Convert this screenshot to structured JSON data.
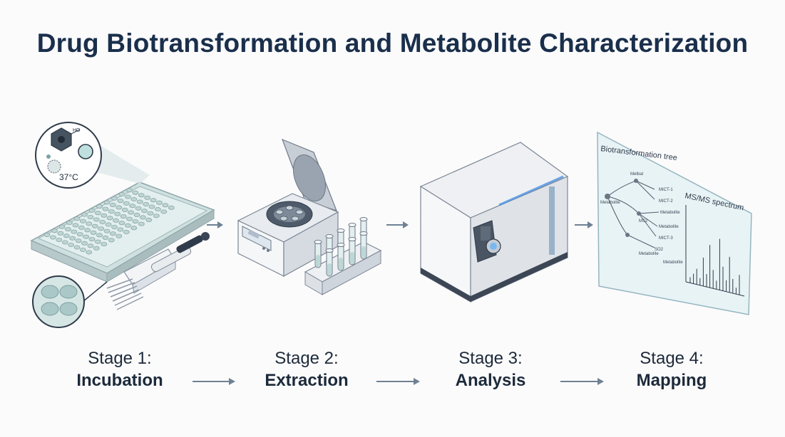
{
  "title": "Drug Biotransformation and Metabolite Characterization",
  "stages": [
    {
      "number": "Stage 1:",
      "name": "Incubation"
    },
    {
      "number": "Stage 2:",
      "name": "Extraction"
    },
    {
      "number": "Stage 3:",
      "name": "Analysis"
    },
    {
      "number": "Stage 4:",
      "name": "Mapping"
    }
  ],
  "incubation_inset": {
    "temperature": "37°C",
    "label": "HO"
  },
  "mapping_panel": {
    "tree_title": "Biotransformation tree",
    "spectrum_title": "MS/MS spectrum",
    "nodes": [
      "Metabolite",
      "Metbal",
      "Metabolite",
      "MICT-1",
      "MICT-2",
      "Metabolite",
      "MS2",
      "Metabolite",
      "MICT-3",
      "SO2",
      "Metabolite"
    ]
  },
  "colors": {
    "title": "#1a2f4b",
    "arrow": "#6f8193",
    "accent_blue": "#4a90e2",
    "panel": "#e8f3f6"
  }
}
